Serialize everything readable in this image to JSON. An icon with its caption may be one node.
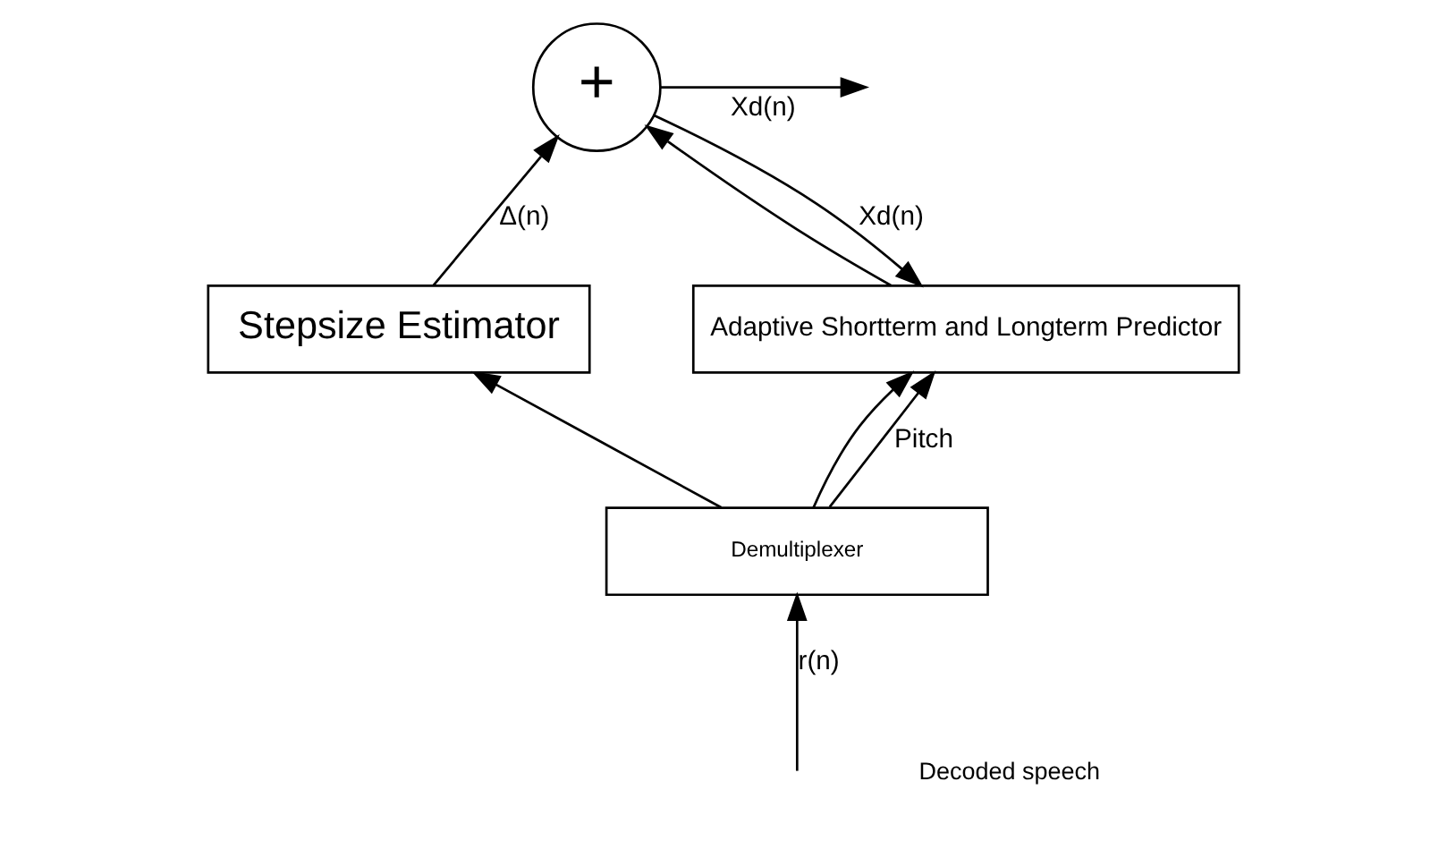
{
  "diagram": {
    "nodes": [
      {
        "text": [
          "Stepsize Estimator"
        ]
      },
      {
        "text": [
          "+"
        ]
      },
      {
        "text": [
          "Adaptive Shortterm and Longterm Predictor"
        ]
      },
      {
        "text": [
          "Demultiplexer"
        ]
      }
    ],
    "edges": [
      {
        "from": 0,
        "to": 1,
        "arrow": "to",
        "label": "Δ(n)"
      },
      {
        "from": 2,
        "to": 1,
        "arrow": "to"
      },
      {
        "from": 1,
        "to": null,
        "arrow": "to",
        "label": "Xd(n)"
      },
      {
        "from": 1,
        "to": 2,
        "arrow": "to",
        "label": "Xd(n)"
      },
      {
        "from": 3,
        "to": 0,
        "arrow": "to"
      },
      {
        "from": 3,
        "to": 2,
        "arrow": "to"
      },
      {
        "from": 3,
        "to": 2,
        "arrow": "to",
        "label": "Pitch"
      },
      {
        "from": null,
        "to": 3,
        "arrow": "to",
        "label": "r(n)"
      }
    ],
    "labels": [
      "Decoded speech"
    ]
  }
}
